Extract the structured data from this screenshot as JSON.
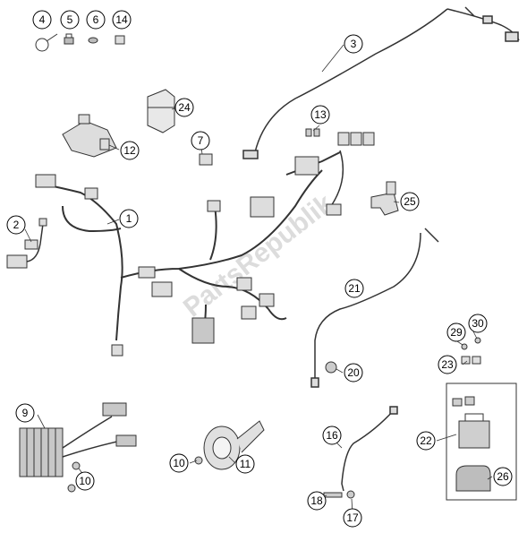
{
  "watermark": "PartsRepublik",
  "callouts": [
    {
      "id": "c4",
      "label": "4"
    },
    {
      "id": "c5",
      "label": "5"
    },
    {
      "id": "c6",
      "label": "6"
    },
    {
      "id": "c14",
      "label": "14"
    },
    {
      "id": "c3",
      "label": "3"
    },
    {
      "id": "c24",
      "label": "24"
    },
    {
      "id": "c13",
      "label": "13"
    },
    {
      "id": "c12",
      "label": "12"
    },
    {
      "id": "c7",
      "label": "7"
    },
    {
      "id": "c25",
      "label": "25"
    },
    {
      "id": "c1",
      "label": "1"
    },
    {
      "id": "c2",
      "label": "2"
    },
    {
      "id": "c21",
      "label": "21"
    },
    {
      "id": "c29",
      "label": "29"
    },
    {
      "id": "c30",
      "label": "30"
    },
    {
      "id": "c23",
      "label": "23"
    },
    {
      "id": "c20",
      "label": "20"
    },
    {
      "id": "c9",
      "label": "9"
    },
    {
      "id": "c22",
      "label": "22"
    },
    {
      "id": "c26",
      "label": "26"
    },
    {
      "id": "c16",
      "label": "16"
    },
    {
      "id": "c10a",
      "label": "10"
    },
    {
      "id": "c11",
      "label": "11"
    },
    {
      "id": "c10b",
      "label": "10"
    },
    {
      "id": "c18",
      "label": "18"
    },
    {
      "id": "c17",
      "label": "17"
    }
  ]
}
